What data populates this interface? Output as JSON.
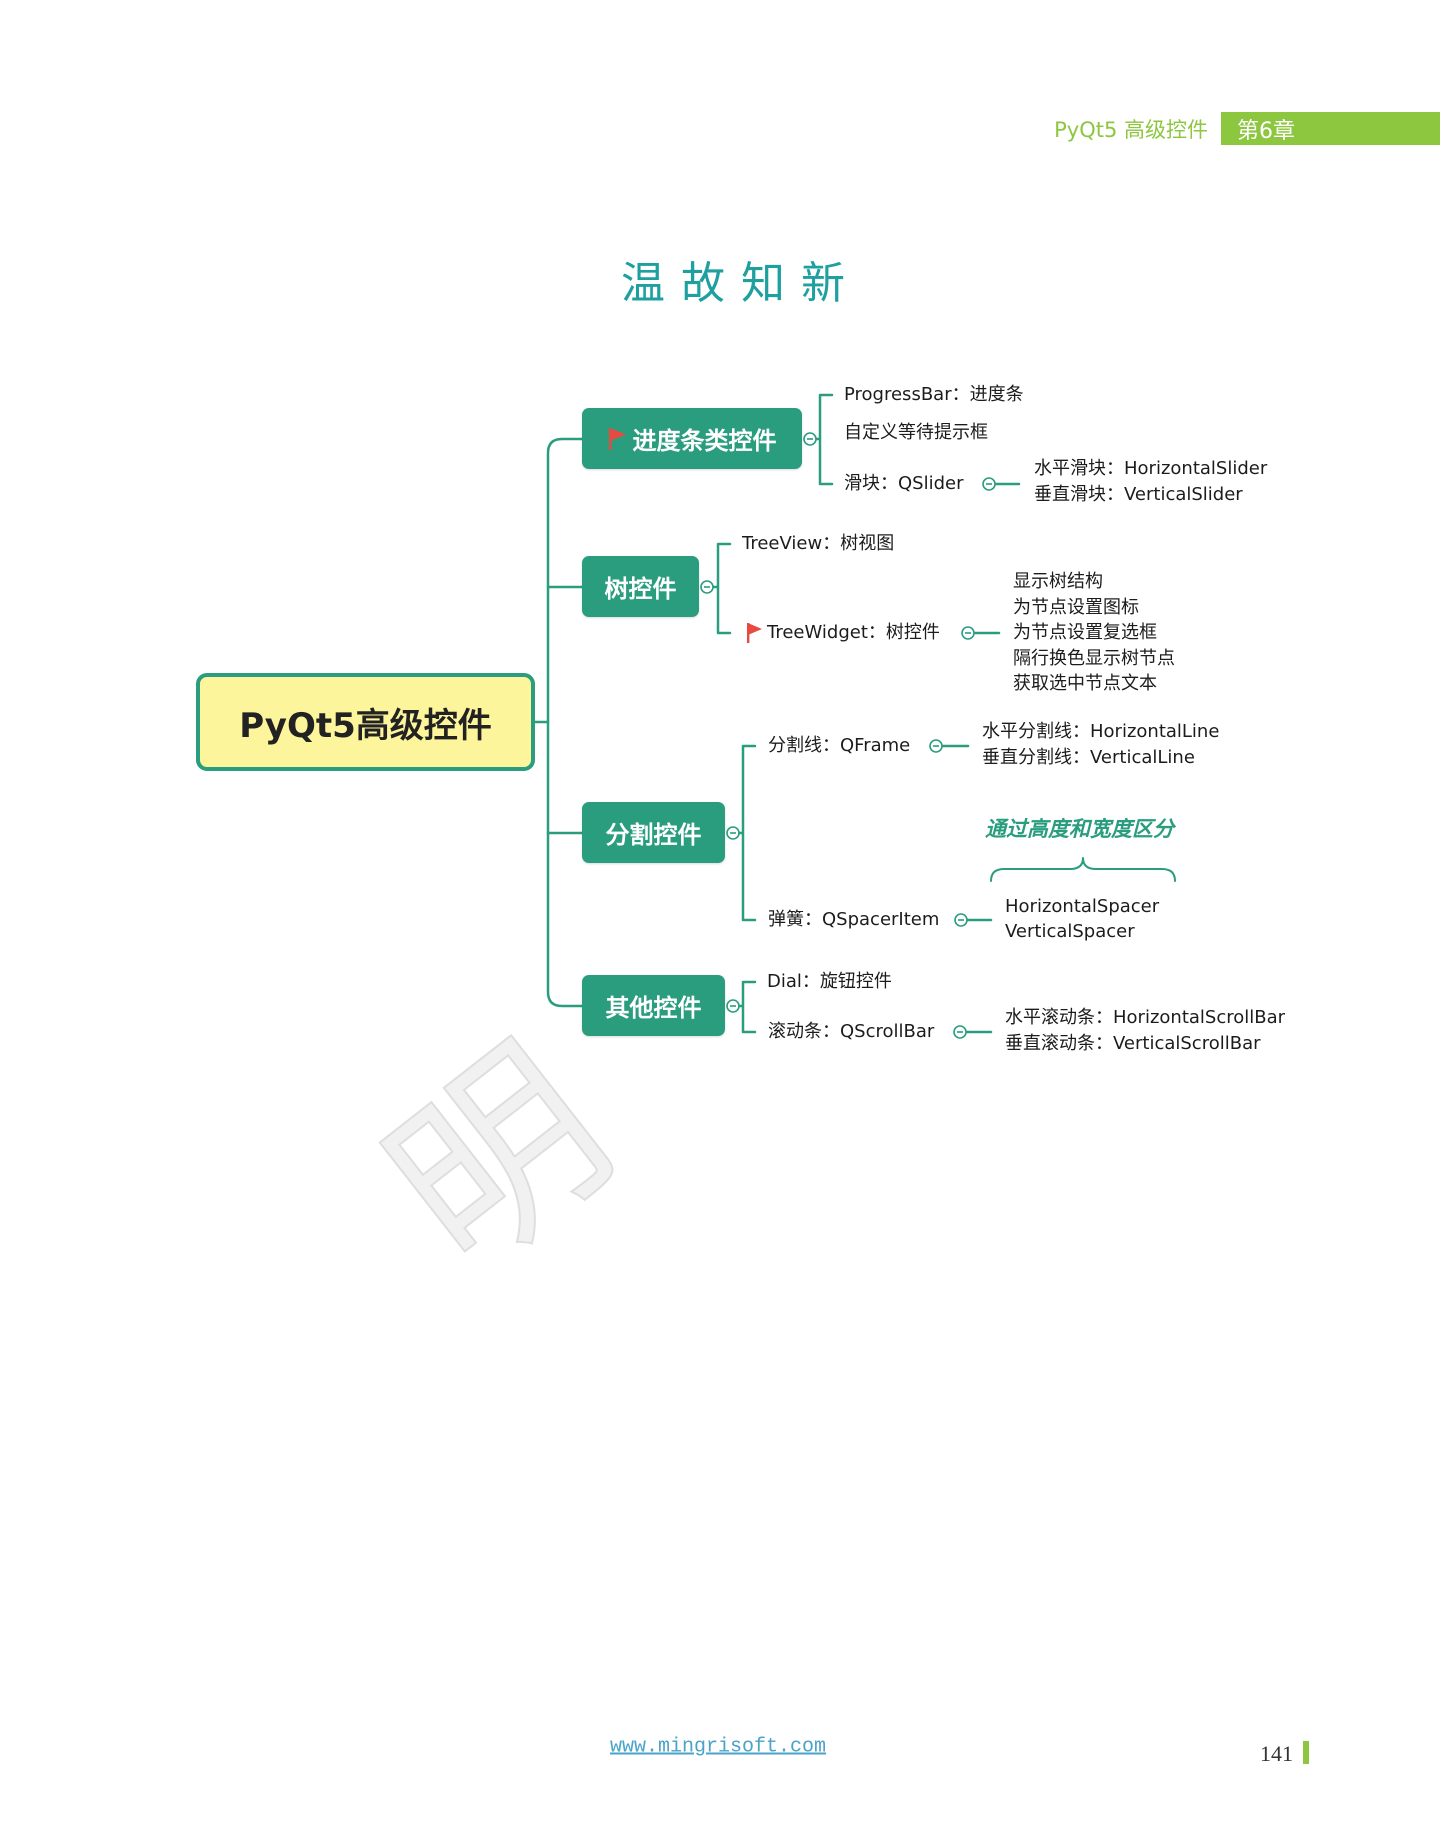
{
  "header": {
    "section_title": "PyQt5 高级控件",
    "chapter": "第6章"
  },
  "page_title": "温故知新",
  "mindmap": {
    "root": "PyQt5高级控件",
    "branches": [
      {
        "label": "进度条类控件",
        "flag_icon": "red-flag-icon",
        "children": [
          {
            "label": "ProgressBar：进度条"
          },
          {
            "label": "自定义等待提示框"
          },
          {
            "label": "滑块：QSlider",
            "children": [
              "水平滑块：HorizontalSlider",
              "垂直滑块：VerticalSlider"
            ]
          }
        ]
      },
      {
        "label": "树控件",
        "children": [
          {
            "label": "TreeView：树视图"
          },
          {
            "label": "TreeWidget：树控件",
            "flag_icon": "red-flag-icon",
            "children": [
              "显示树结构",
              "为节点设置图标",
              "为节点设置复选框",
              "隔行换色显示树节点",
              "获取选中节点文本"
            ]
          }
        ]
      },
      {
        "label": "分割控件",
        "children": [
          {
            "label": "分割线：QFrame",
            "children": [
              "水平分割线：HorizontalLine",
              "垂直分割线：VerticalLine"
            ]
          },
          {
            "label": "弹簧：QSpacerItem",
            "note": "通过高度和宽度区分",
            "children": [
              "HorizontalSpacer",
              "VerticalSpacer"
            ]
          }
        ]
      },
      {
        "label": "其他控件",
        "children": [
          {
            "label": "Dial：旋钮控件"
          },
          {
            "label": "滚动条：QScrollBar",
            "children": [
              "水平滚动条：HorizontalScrollBar",
              "垂直滚动条：VerticalScrollBar"
            ]
          }
        ]
      }
    ]
  },
  "watermark": "明",
  "footer": {
    "url": "www.mingrisoft.com",
    "page_number": "141"
  },
  "colors": {
    "accent_green": "#8dc63f",
    "node_teal": "#2a9d7f",
    "root_fill": "#fdf59c",
    "title_teal": "#1ea0a0",
    "flag_red": "#e84a3f",
    "link_blue": "#4aa3c8"
  }
}
